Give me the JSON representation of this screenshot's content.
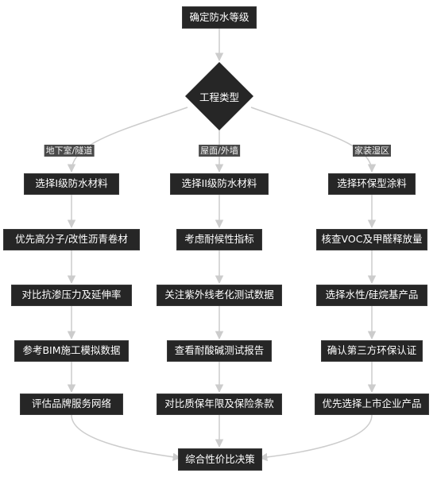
{
  "diagram": {
    "start": "确定防水等级",
    "decision": "工程类型",
    "branches": [
      {
        "label": "地下室/隧道",
        "steps": [
          "选择I级防水材料",
          "优先高分子/改性沥青卷材",
          "对比抗渗压力及延伸率",
          "参考BIM施工模拟数据",
          "评估品牌服务网络"
        ]
      },
      {
        "label": "屋面/外墙",
        "steps": [
          "选择II级防水材料",
          "考虑耐候性指标",
          "关注紫外线老化测试数据",
          "查看耐酸碱测试报告",
          "对比质保年限及保险条款"
        ]
      },
      {
        "label": "家装湿区",
        "steps": [
          "选择环保型涂料",
          "核查VOC及甲醛释放量",
          "选择水性/硅烷基产品",
          "确认第三方环保认证",
          "优先选择上市企业产品"
        ]
      }
    ],
    "end": "综合性价比决策"
  },
  "colors": {
    "node_fill": "#262626",
    "edge": "#cccccc",
    "label_bg": "#4a4a4a",
    "text": "#ffffff"
  }
}
